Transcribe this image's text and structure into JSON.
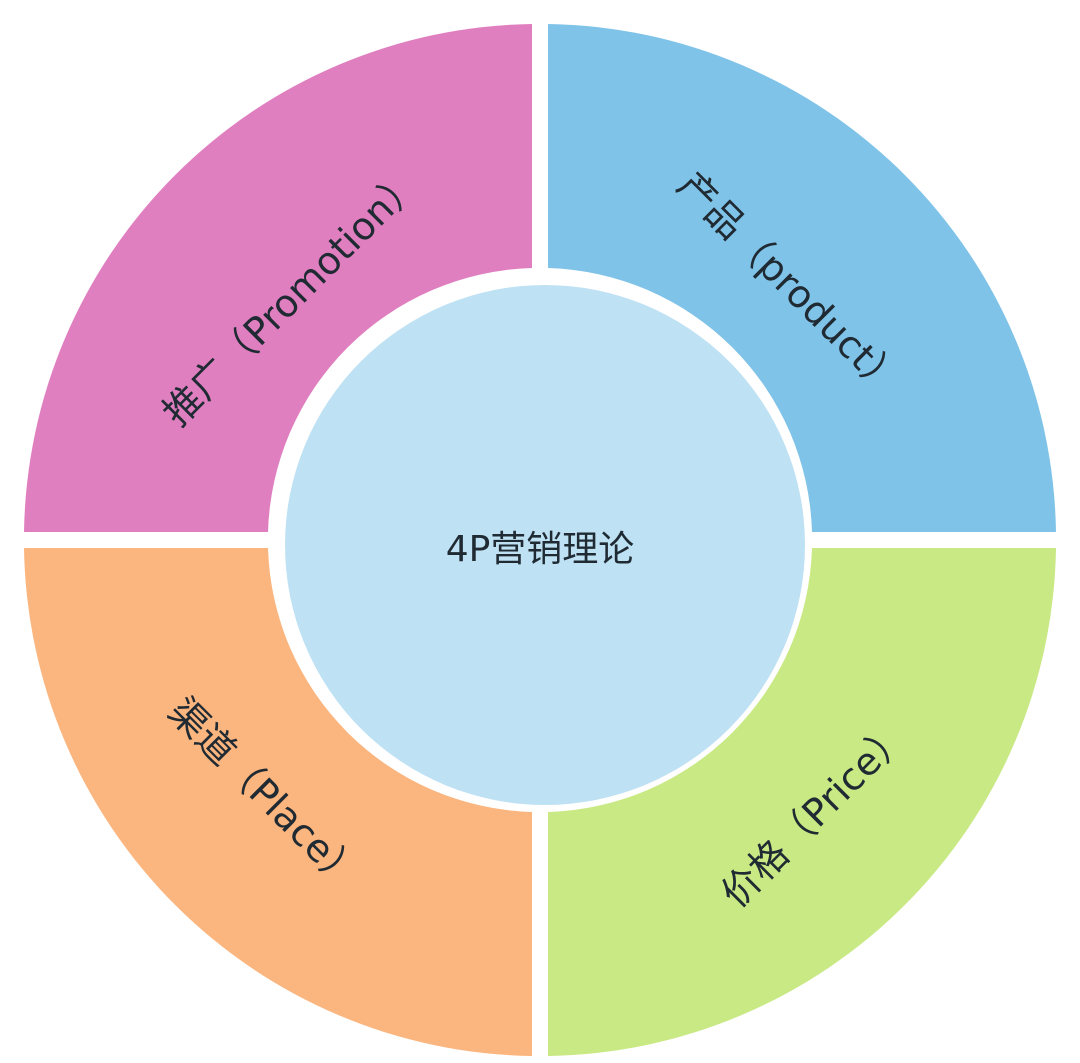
{
  "title": "4P营销理论",
  "colors": {
    "promotion": "#E07FBF",
    "product": "#80C3E8",
    "place": "#FBB57E",
    "price": "#C8E984",
    "center": "#BEE1F4",
    "text": "#1F2A33"
  },
  "quadrants": [
    {
      "key": "promotion",
      "label": "推广（Promotion）",
      "position": "top-left"
    },
    {
      "key": "product",
      "label": "产品（product）",
      "position": "top-right"
    },
    {
      "key": "place",
      "label": "渠道（Place）",
      "position": "bottom-left"
    },
    {
      "key": "price",
      "label": "价格（Price）",
      "position": "bottom-right"
    }
  ]
}
